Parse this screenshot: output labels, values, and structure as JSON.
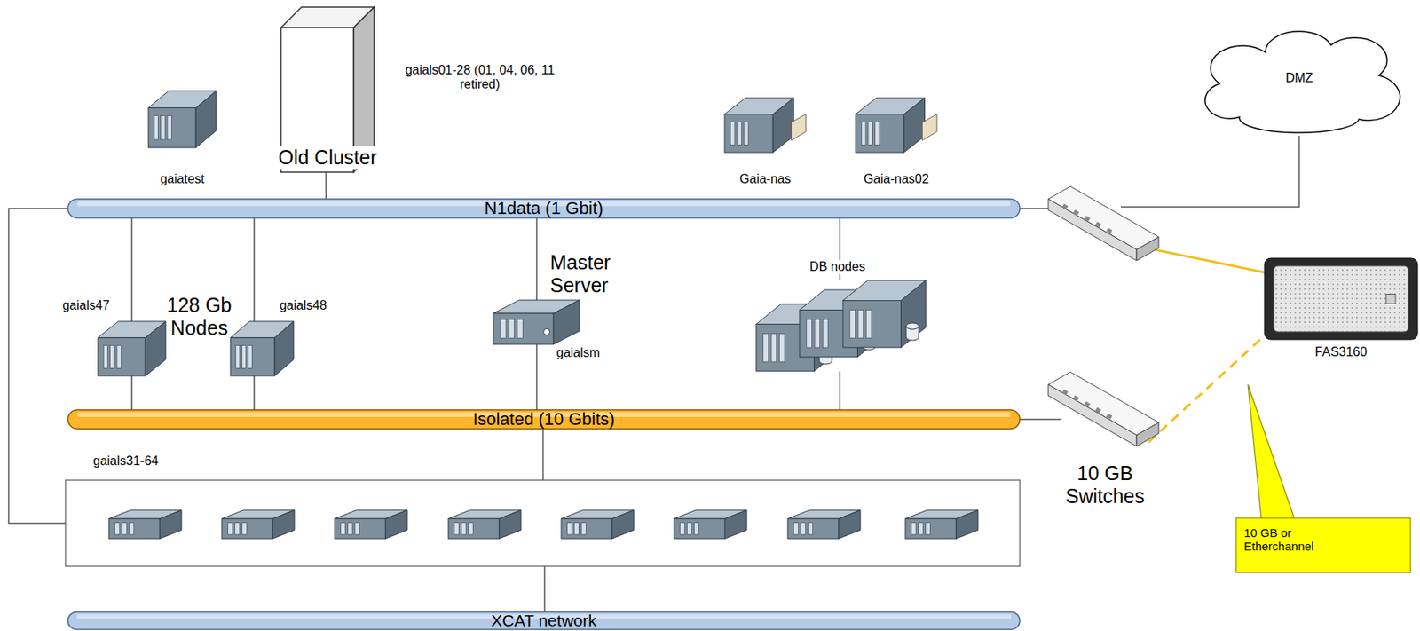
{
  "diagram": {
    "nodes": [
      {
        "text": [
          "gaiatest"
        ]
      },
      {
        "text": [
          "Old Cluster"
        ]
      },
      {
        "text": [
          "Gaia-nas"
        ]
      },
      {
        "text": [
          "Gaia-nas02"
        ]
      },
      {
        "text": [
          "DMZ"
        ]
      },
      {
        "text": [
          "N1data (1 Gbit)"
        ]
      },
      {
        "text": [
          "FAS3160"
        ]
      },
      {
        "text": [
          "gaials47"
        ]
      },
      {
        "text": [
          "gaials48"
        ]
      },
      {
        "text": [
          "Master Server",
          "gaialsm"
        ]
      },
      {
        "text": [
          "DB nodes"
        ]
      },
      {
        "text": [
          "Isolated (10 Gbits)"
        ]
      },
      {
        "text": [
          "gaials31-64"
        ]
      },
      {
        "text": [
          "XCAT network"
        ]
      },
      {
        "text": [
          "10 GB or Etherchannel"
        ]
      }
    ],
    "edges": [
      {
        "from": 1,
        "to": 5,
        "arrow": "none"
      },
      {
        "from": 5,
        "to": 7,
        "arrow": "none"
      },
      {
        "from": 7,
        "to": 11,
        "arrow": "none"
      },
      {
        "from": 5,
        "to": 8,
        "arrow": "none"
      },
      {
        "from": 8,
        "to": 11,
        "arrow": "none"
      },
      {
        "from": 5,
        "to": 9,
        "arrow": "none"
      },
      {
        "from": 9,
        "to": 11,
        "arrow": "none"
      },
      {
        "from": 11,
        "to": 12,
        "arrow": "none"
      },
      {
        "from": 12,
        "to": 13,
        "arrow": "none"
      },
      {
        "from": 5,
        "to": 10,
        "arrow": "none"
      },
      {
        "from": 10,
        "to": 11,
        "arrow": "none"
      },
      {
        "from": 5,
        "to": 12,
        "arrow": "none"
      }
    ],
    "labels": [
      "gaials01-28 (01, 04, 06, 11 retired)",
      "128 Gb Nodes",
      "10 GB Switches"
    ]
  }
}
